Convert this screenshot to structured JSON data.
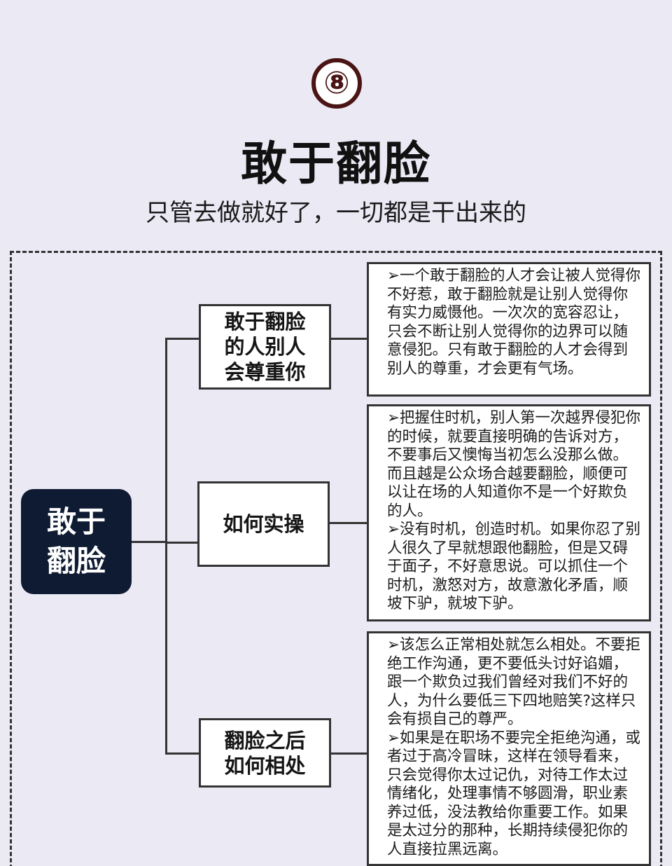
{
  "header": {
    "badge": "⑧",
    "title": "敢于翻脸",
    "subtitle": "只管去做就好了，一切都是干出来的"
  },
  "root": {
    "line1": "敢于",
    "line2": "翻脸"
  },
  "branches": [
    {
      "label_lines": [
        "敢于翻脸",
        "的人别人",
        "会尊重你"
      ],
      "paragraphs": [
        "➢一个敢于翻脸的人才会让被人觉得你不好惹，敢于翻脸就是让别人觉得你有实力威慑他。一次次的宽容忍让，只会不断让别人觉得你的边界可以随意侵犯。只有敢于翻脸的人才会得到别人的尊重，才会更有气场。"
      ]
    },
    {
      "label_lines": [
        "如何实操"
      ],
      "paragraphs": [
        "➢把握住时机，别人第一次越界侵犯你的时候，就要直接明确的告诉对方，不要事后又懊悔当初怎么没那么做。而且越是公众场合越要翻脸，顺便可以让在场的人知道你不是一个好欺负的人。",
        "➢没有时机，创造时机。如果你忍了别人很久了早就想跟他翻脸，但是又碍于面子，不好意思说。可以抓住一个时机，激怒对方，故意激化矛盾，顺坡下驴，就坡下驴。"
      ]
    },
    {
      "label_lines": [
        "翻脸之后",
        "如何相处"
      ],
      "paragraphs": [
        "➢该怎么正常相处就怎么相处。不要拒绝工作沟通，更不要低头讨好谄媚，跟一个欺负过我们曾经对我们不好的人，为什么要低三下四地赔笑?这样只会有损自己的尊严。",
        "➢如果是在职场不要完全拒绝沟通，或者过于高冷冒昧，这样在领导看来，只会觉得你太过记仇，对待工作太过情绪化，处理事情不够圆滑，职业素养过低，没法教给你重要工作。如果是太过分的那种，长期持续侵犯你的人直接拉黑远离。"
      ]
    }
  ]
}
